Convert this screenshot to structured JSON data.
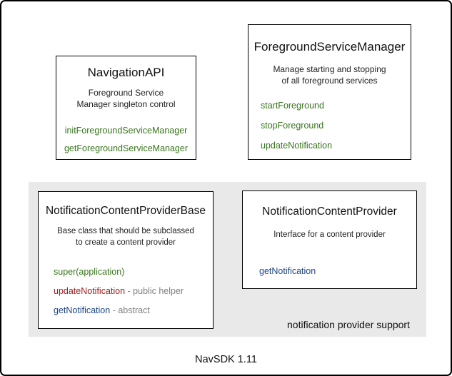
{
  "diagram": {
    "caption": "NavSDK 1.11",
    "colors": {
      "method_green": "#38761d",
      "method_red": "#a61c1c",
      "method_blue": "#1c4587",
      "annotation_gray": "#808080",
      "group_background": "#e9e9e9",
      "box_border": "#000000"
    },
    "boxes": {
      "navigation_api": {
        "title": "NavigationAPI",
        "description": "Foreground Service\nManager singleton control",
        "methods": [
          {
            "name": "initForegroundServiceManager",
            "color": "green"
          },
          {
            "name": "getForegroundServiceManager",
            "color": "green"
          }
        ]
      },
      "foreground_service_manager": {
        "title": "ForegroundServiceManager",
        "description": "Manage starting and stopping\nof all foreground services",
        "methods": [
          {
            "name": "startForeground",
            "color": "green"
          },
          {
            "name": "stopForeground",
            "color": "green"
          },
          {
            "name": "updateNotification",
            "color": "green"
          }
        ]
      },
      "notification_content_provider_base": {
        "title": "NotificationContentProviderBase",
        "description": "Base class that should be subclassed\nto create a content provider",
        "methods": [
          {
            "name": "super(application)",
            "suffix": "",
            "color": "green"
          },
          {
            "name": "updateNotification",
            "suffix": " - public helper",
            "color": "red"
          },
          {
            "name": "getNotification",
            "suffix": " - abstract",
            "color": "blue"
          }
        ]
      },
      "notification_content_provider": {
        "title": "NotificationContentProvider",
        "description": "Interface for a content provider",
        "methods": [
          {
            "name": "getNotification",
            "suffix": "",
            "color": "blue"
          }
        ]
      }
    },
    "group": {
      "label": "notification provider support"
    }
  }
}
